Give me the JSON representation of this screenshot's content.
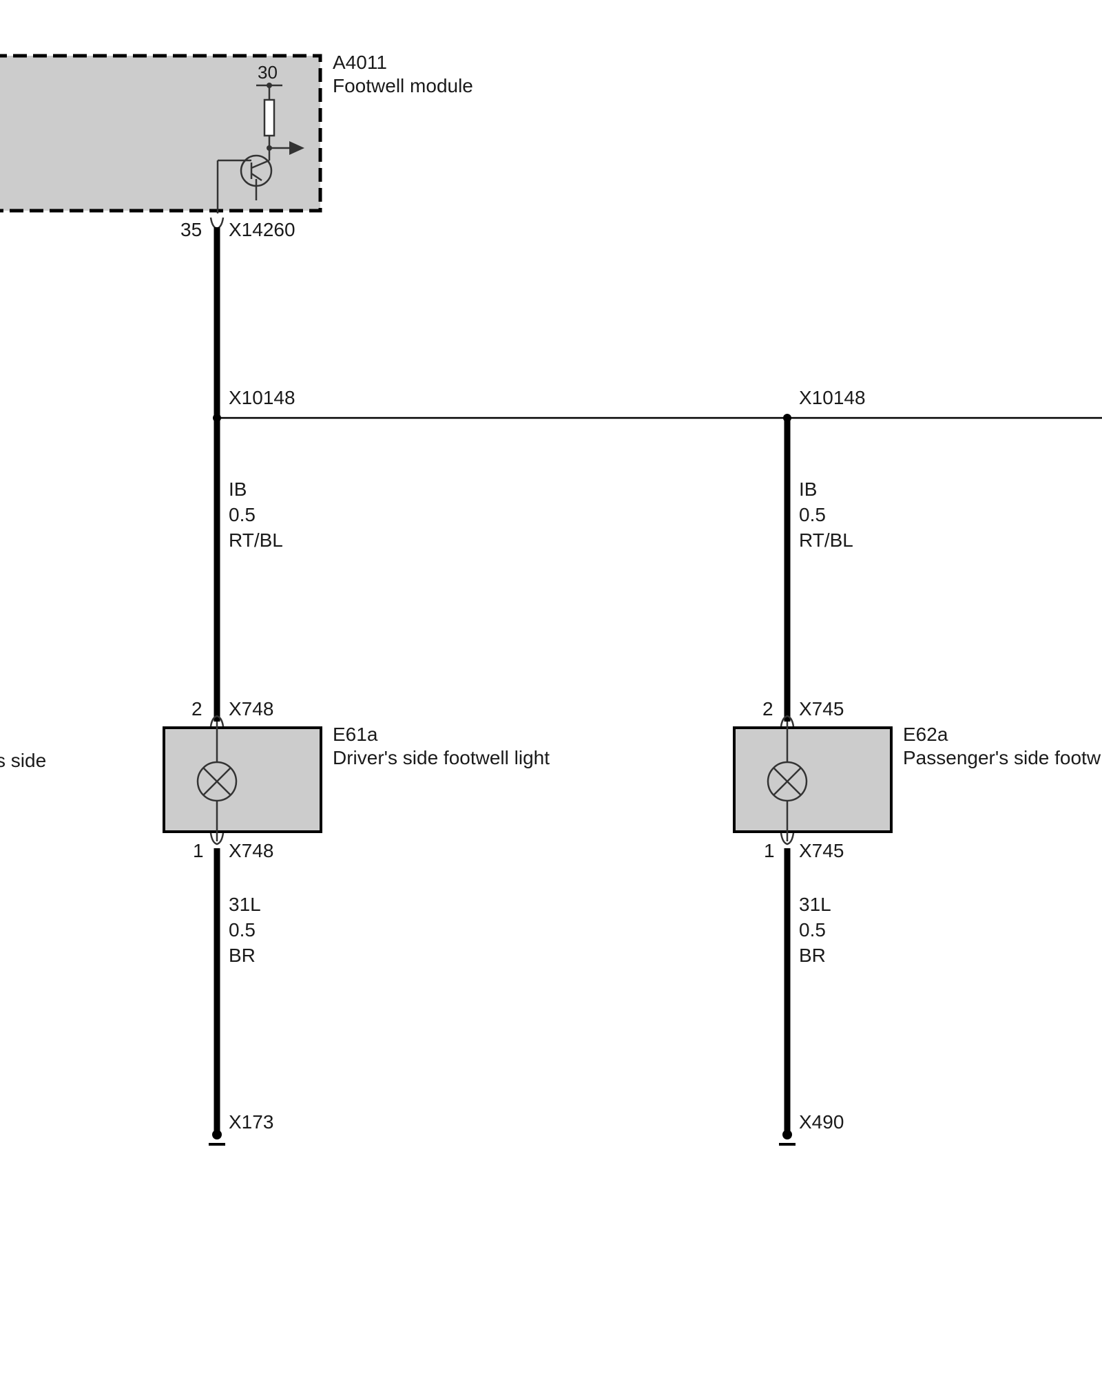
{
  "module": {
    "id": "A4011",
    "name": "Footwell module",
    "supply_terminal": "30",
    "pin": "35",
    "connector": "X14260"
  },
  "splices": [
    "X10148",
    "X10148"
  ],
  "left_wire_upper": {
    "circuit": "IB",
    "gauge": "0.5",
    "color": "RT/BL"
  },
  "right_wire_upper": {
    "circuit": "IB",
    "gauge": "0.5",
    "color": "RT/BL"
  },
  "left_light": {
    "id": "E61a",
    "name": "Driver's side footwell light",
    "top_pin": "2",
    "top_connector": "X748",
    "bottom_pin": "1",
    "bottom_connector": "X748"
  },
  "right_light": {
    "id": "E62a",
    "name": "Passenger's side footw",
    "top_pin": "2",
    "top_connector": "X745",
    "bottom_pin": "1",
    "bottom_connector": "X745"
  },
  "left_wire_lower": {
    "circuit": "31L",
    "gauge": "0.5",
    "color": "BR"
  },
  "right_wire_lower": {
    "circuit": "31L",
    "gauge": "0.5",
    "color": "BR"
  },
  "left_ground": "X173",
  "right_ground": "X490",
  "cut_label_left": "s side",
  "colors": {
    "component_fill": "#cccccc",
    "wire": "#000000",
    "text": "#1a1a1a"
  }
}
